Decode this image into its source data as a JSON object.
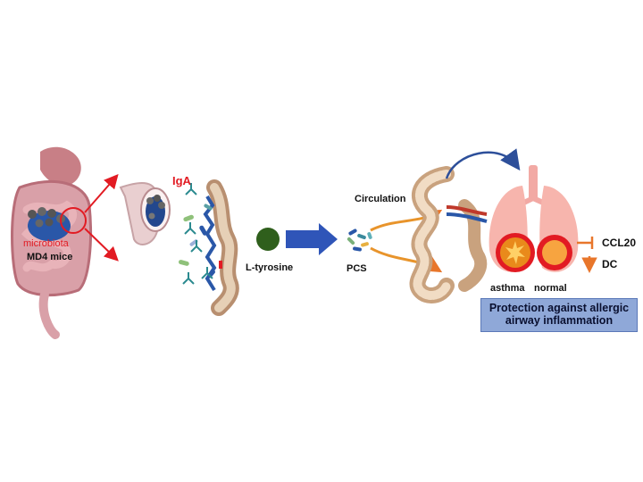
{
  "labels": {
    "microbiota": "microbiota",
    "md4_mice": "MD4 mice",
    "iga": "IgA",
    "l_tyrosine": "L-tyrosine",
    "pcs": "PCS",
    "circulation": "Circulation",
    "asthma": "asthma",
    "normal": "normal",
    "ccl20": "CCL20",
    "dc": "DC",
    "protection_box": "Protection against allergic airway inflammation"
  },
  "colors": {
    "callout_red": "#e21b23",
    "flow_arrow_blue": "#2f55b8",
    "l_tyrosine_dot": "#2f5f1c",
    "arc_arrow_blue": "#2d4f9a",
    "inhibit_orange": "#e8762b",
    "box_fill": "#8fa8d8"
  },
  "icons": [
    "gut-icon",
    "intestine-loop-icon",
    "villus-icon",
    "bacteria-icon",
    "iga-antibody-icon",
    "pcs-molecule-icon",
    "vessel-icon",
    "lungs-icon",
    "inhibit-icon",
    "down-arrow-icon"
  ]
}
